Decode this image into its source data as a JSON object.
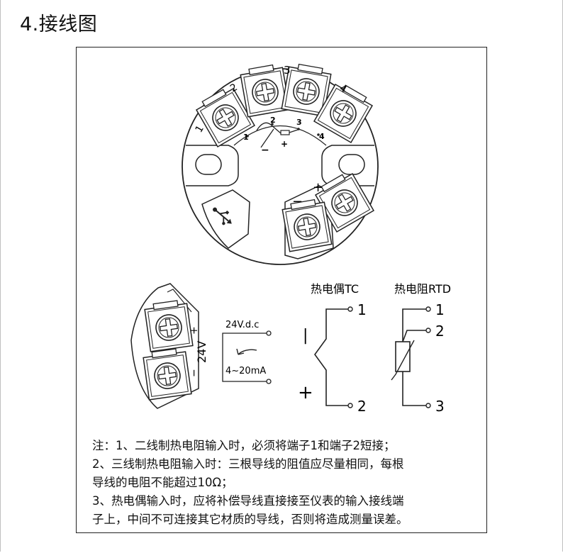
{
  "title": "4.接线图",
  "head_terminals": [
    "1",
    "2",
    "3",
    "4"
  ],
  "head_internal_labels": [
    "1",
    "2",
    "3",
    "4"
  ],
  "head_polarity": {
    "plus": "+",
    "minus": "−"
  },
  "head_center_signs": {
    "minus": "−",
    "plus": "+"
  },
  "rail_polarity": {
    "plus": "+",
    "minus": "−",
    "voltage": "24V"
  },
  "supply": {
    "voltage": "24V.d.c",
    "current": "4~20mA"
  },
  "thermocouple": {
    "title": "热电偶TC",
    "plus": "+",
    "minus": "|",
    "t1": "1",
    "t2": "2"
  },
  "rtd": {
    "title": "热电阻RTD",
    "t1": "1",
    "t2": "2",
    "t3": "3"
  },
  "notes": [
    "注：1、二线制热电阻输入时，必须将端子1和端子2短接；",
    "2、三线制热电阻输入时：三根导线的阻值应尽量相同，每根",
    "导线的电阻不能超过10Ω；",
    "3、热电偶输入时，应将补偿导线直接接至仪表的输入接线端",
    "子上，中间不可连接其它材质的导线，否则将造成测量误差。"
  ]
}
